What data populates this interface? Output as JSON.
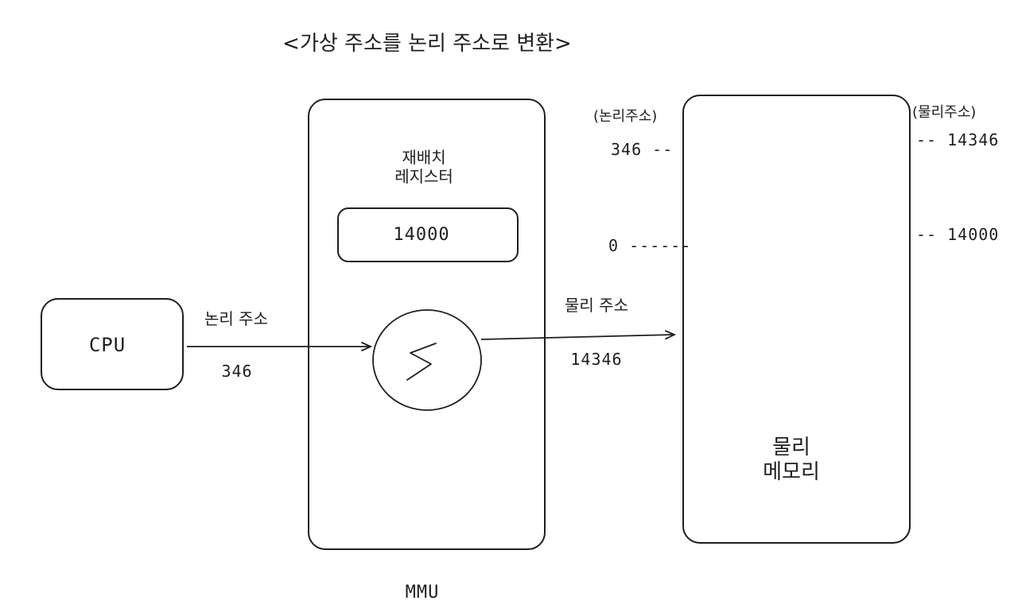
{
  "title": "<가상 주소를 논리 주소로 변환>",
  "cpu": {
    "label": "CPU"
  },
  "mmu": {
    "label": "MMU",
    "register_label": "재배치\n레지스터",
    "register_value": "14000",
    "adder_symbol": "Σ"
  },
  "input": {
    "label": "논리 주소",
    "value": "346"
  },
  "output": {
    "label": "물리 주소",
    "value": "14346"
  },
  "memory": {
    "label": "물리\n메모리",
    "left_header": "(논리주소)",
    "right_header": "(물리주소)",
    "left_marks": [
      {
        "text": "346 --"
      },
      {
        "text": "0 ------"
      }
    ],
    "right_marks": [
      {
        "text": "-- 14346"
      },
      {
        "text": "-- 14000"
      }
    ]
  }
}
